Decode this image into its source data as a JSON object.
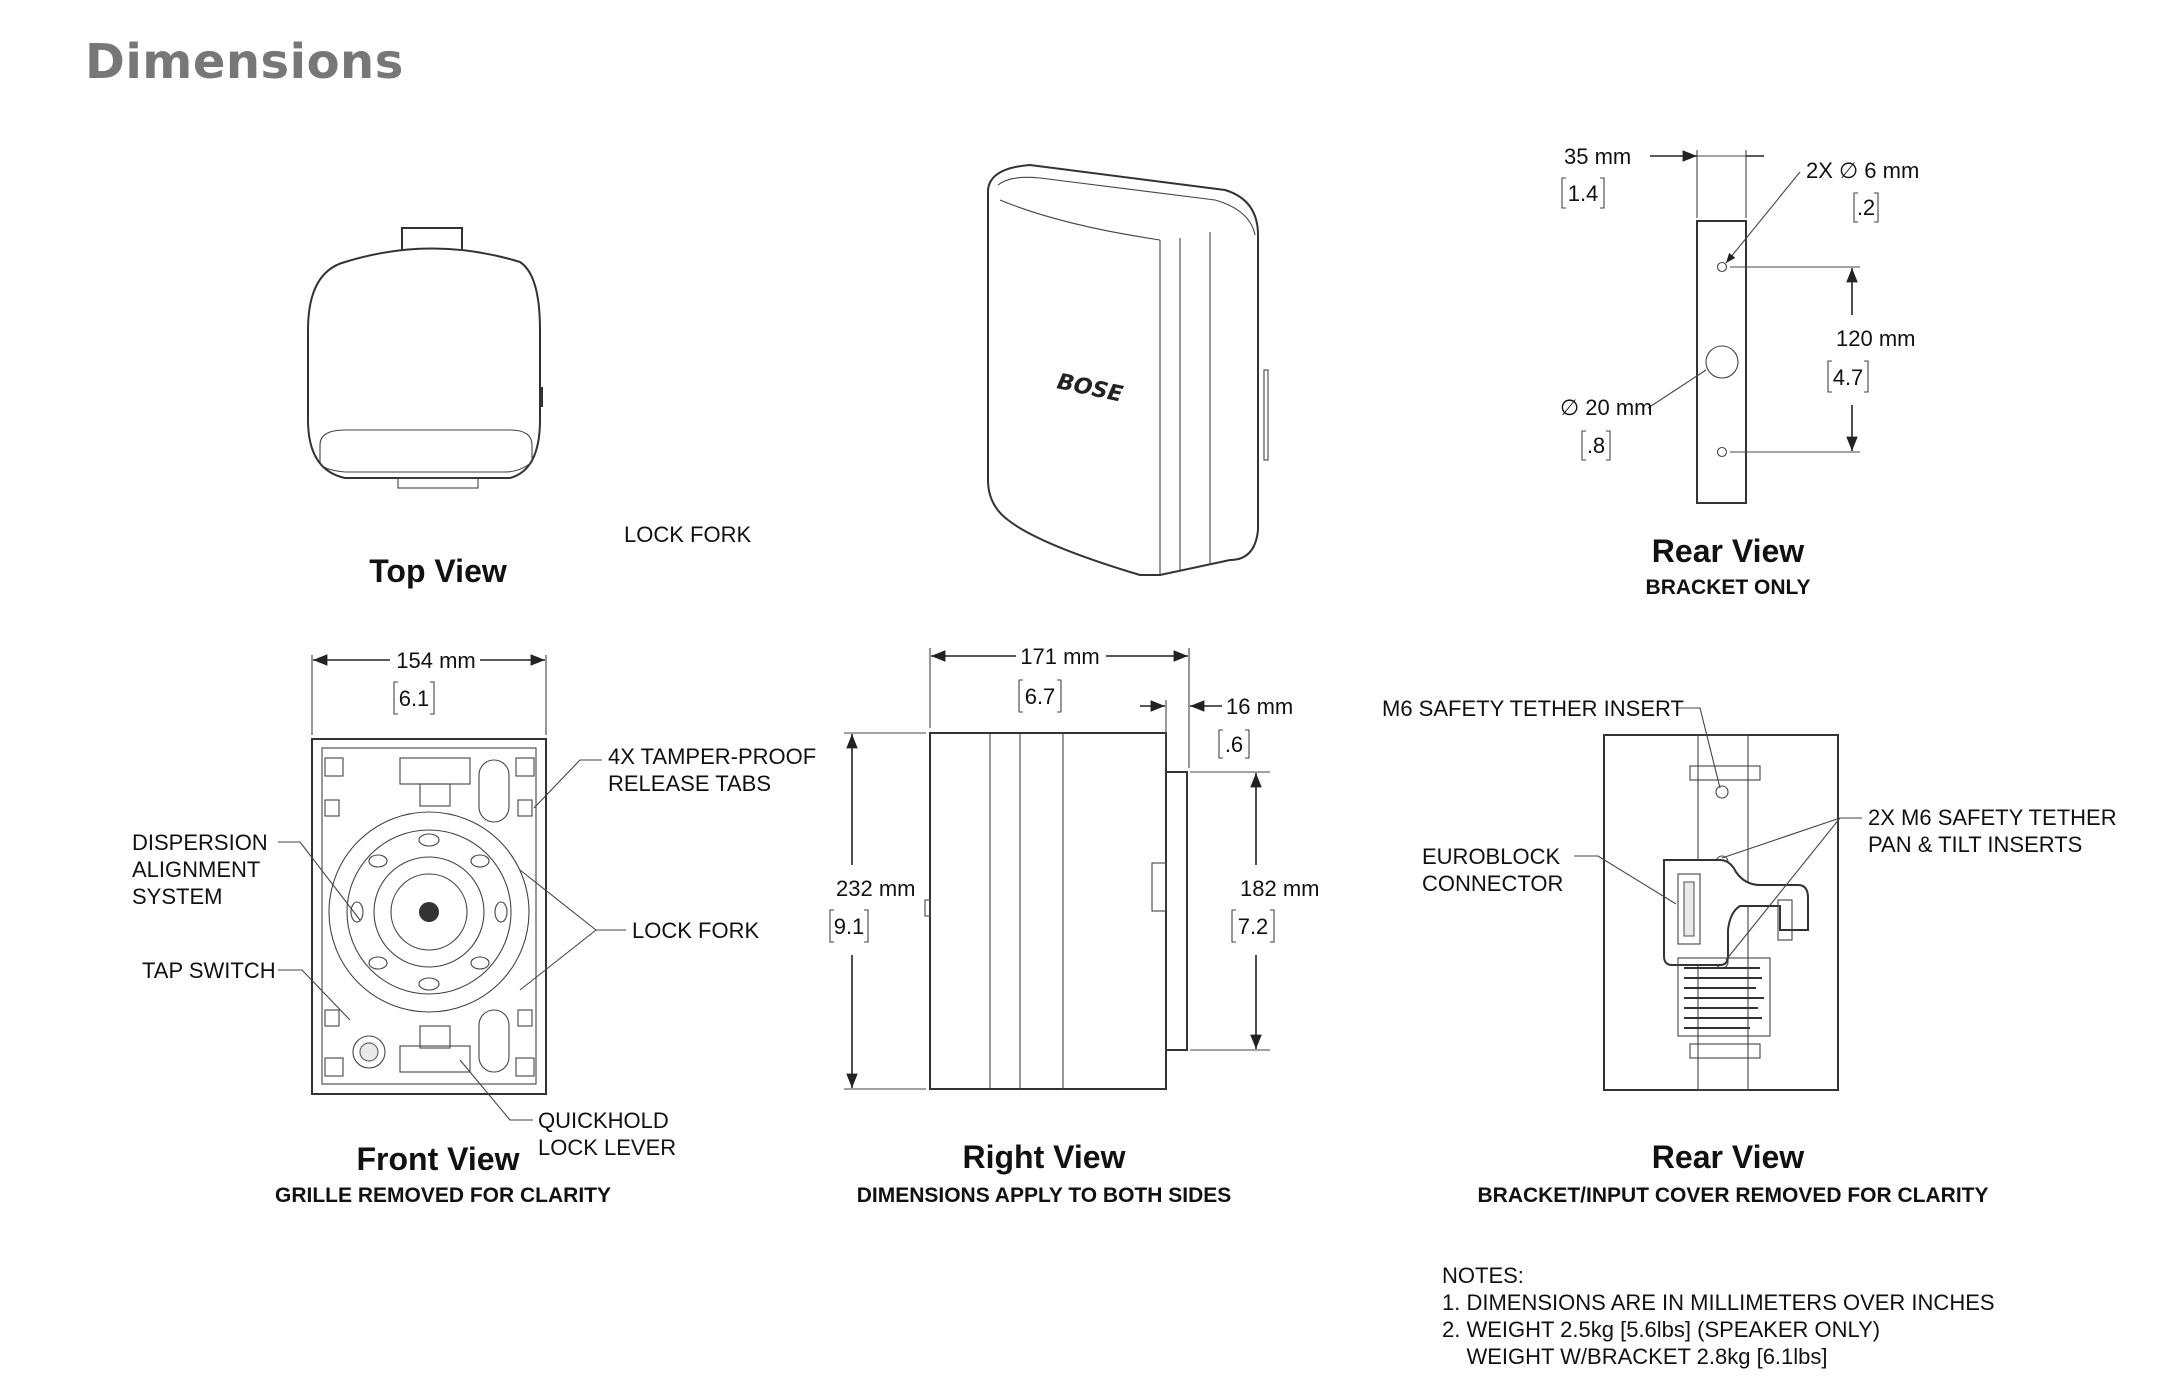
{
  "page": {
    "title": "Dimensions"
  },
  "views": {
    "top": {
      "title": "Top View",
      "lock_fork": "LOCK FORK"
    },
    "rear_bracket": {
      "title": "Rear View",
      "subtitle": "BRACKET ONLY",
      "dim_width_mm": "35 mm",
      "dim_width_in": "1.4",
      "dim_holes_mm": "2X ∅ 6 mm",
      "dim_holes_in": ".2",
      "dim_spacing_mm": "120 mm",
      "dim_spacing_in": "4.7",
      "dim_hole_mm": "∅ 20 mm",
      "dim_hole_in": ".8"
    },
    "front": {
      "title": "Front View",
      "subtitle": "GRILLE REMOVED FOR CLARITY",
      "dim_width_mm": "154 mm",
      "dim_width_in": "6.1",
      "callout_tabs_1": "4X TAMPER-PROOF",
      "callout_tabs_2": "RELEASE TABS",
      "callout_dispersion_1": "DISPERSION",
      "callout_dispersion_2": "ALIGNMENT",
      "callout_dispersion_3": "SYSTEM",
      "callout_lock_fork": "LOCK FORK",
      "callout_tap_switch": "TAP SWITCH",
      "callout_quickhold_1": "QUICKHOLD",
      "callout_quickhold_2": "LOCK LEVER"
    },
    "right": {
      "title": "Right View",
      "subtitle": "DIMENSIONS APPLY TO BOTH SIDES",
      "dim_depth_mm": "171 mm",
      "dim_depth_in": "6.7",
      "dim_bracket_mm": "16 mm",
      "dim_bracket_in": ".6",
      "dim_height_mm": "232 mm",
      "dim_height_in": "9.1",
      "dim_bracket_h_mm": "182 mm",
      "dim_bracket_h_in": "7.2"
    },
    "rear": {
      "title": "Rear View",
      "subtitle": "BRACKET/INPUT COVER REMOVED FOR CLARITY",
      "callout_m6": "M6 SAFETY TETHER INSERT",
      "callout_euroblock_1": "EUROBLOCK",
      "callout_euroblock_2": "CONNECTOR",
      "callout_pan_1": "2X M6 SAFETY TETHER",
      "callout_pan_2": "PAN & TILT INSERTS"
    }
  },
  "brand_logo": "BOSE",
  "notes": {
    "heading": "NOTES:",
    "line1": "1. DIMENSIONS ARE IN MILLIMETERS OVER INCHES",
    "line2": "2. WEIGHT 2.5kg [5.6lbs] (SPEAKER ONLY)",
    "line3": "    WEIGHT W/BRACKET 2.8kg [6.1lbs]"
  }
}
